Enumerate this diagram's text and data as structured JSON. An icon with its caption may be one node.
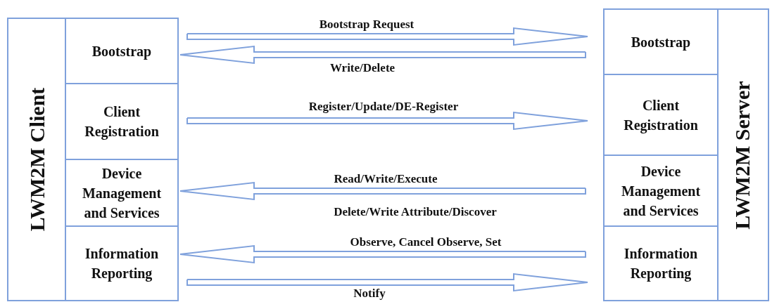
{
  "diagram": {
    "nodes": [
      {
        "text": [
          "LWM2M Client"
        ]
      },
      {
        "text": [
          "Bootstrap"
        ],
        "in": 0
      },
      {
        "text": [
          "Client Registration"
        ],
        "in": 0
      },
      {
        "text": [
          "Device Management and Services"
        ],
        "in": 0
      },
      {
        "text": [
          "Information Reporting"
        ],
        "in": 0
      },
      {
        "text": [
          "LWM2M Server"
        ]
      },
      {
        "text": [
          "Bootstrap"
        ],
        "in": 5
      },
      {
        "text": [
          "Client Registration"
        ],
        "in": 5
      },
      {
        "text": [
          "Device Management and Services"
        ],
        "in": 5
      },
      {
        "text": [
          "Information Reporting"
        ],
        "in": 5
      }
    ],
    "edges": [
      {
        "from": 1,
        "to": 6,
        "arrow": "to",
        "label": "Bootstrap Request"
      },
      {
        "from": 6,
        "to": 1,
        "arrow": "to",
        "label": "Write/Delete"
      },
      {
        "from": 2,
        "to": 7,
        "arrow": "to",
        "label": "Register/Update/DE-Register"
      },
      {
        "from": 8,
        "to": 3,
        "arrow": "to",
        "label": "Read/Write/Execute"
      },
      {
        "from": 9,
        "to": 4,
        "arrow": "to",
        "label": "Observe, Cancel Observe, Set"
      },
      {
        "from": 4,
        "to": 9,
        "arrow": "to",
        "label": "Notify"
      }
    ],
    "labels": [
      "Delete/Write Attribute/Discover"
    ]
  }
}
